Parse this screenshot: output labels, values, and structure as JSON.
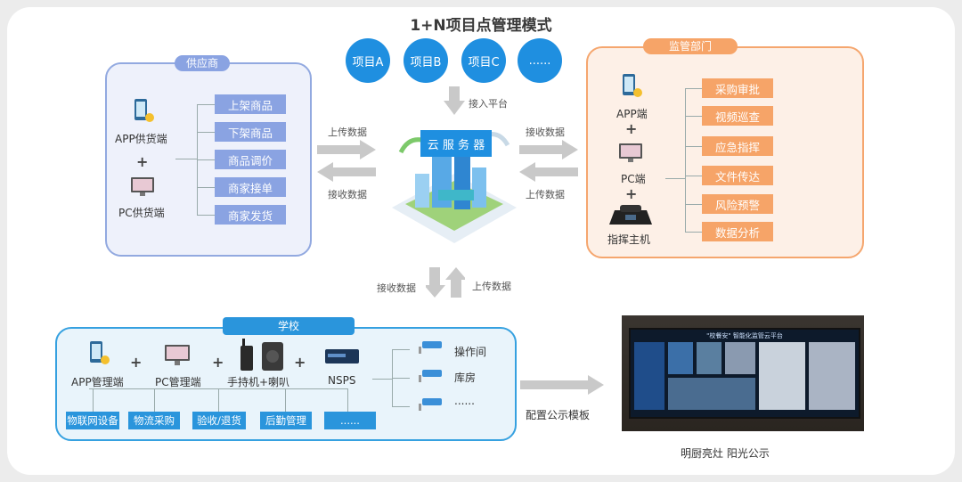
{
  "title": "1+N项目点管理模式",
  "projects": [
    "项目A",
    "项目B",
    "项目C",
    "......"
  ],
  "access_platform": "接入平台",
  "cloud": {
    "label": "云 服 务 器"
  },
  "arrows": {
    "upload_left": "上传数据",
    "receive_left": "接收数据",
    "receive_right": "接收数据",
    "upload_right": "上传数据",
    "receive_bottom": "接收数据",
    "upload_bottom": "上传数据",
    "config_template": "配置公示模板"
  },
  "supplier": {
    "tag": "供应商",
    "app_label": "APP供货端",
    "pc_label": "PC供货端",
    "plus": "+",
    "items": [
      "上架商品",
      "下架商品",
      "商品调价",
      "商家接单",
      "商家发货"
    ]
  },
  "regulator": {
    "tag": "监管部门",
    "app_label": "APP端",
    "pc_label": "PC端",
    "host_label": "指挥主机",
    "plus": "+",
    "items": [
      "采购审批",
      "视频巡查",
      "应急指挥",
      "文件传达",
      "风险预警",
      "数据分析"
    ]
  },
  "school": {
    "tag": "学校",
    "devices": [
      "APP管理端",
      "PC管理端",
      "手持机+喇叭",
      "NSPS"
    ],
    "plus": "+",
    "locations": [
      "操作间",
      "库房",
      "......"
    ],
    "items": [
      "物联网设备",
      "物流采购",
      "验收/退货",
      "后勤管理",
      "......"
    ]
  },
  "screen": {
    "header": "\"校餐安\" 智能化监管云平台"
  },
  "caption": "明厨亮灶  阳光公示",
  "colors": {
    "blue": "#1f8fe0",
    "supplier": "#8aa3e2",
    "regulator": "#f6a468",
    "school": "#2a95dc"
  }
}
